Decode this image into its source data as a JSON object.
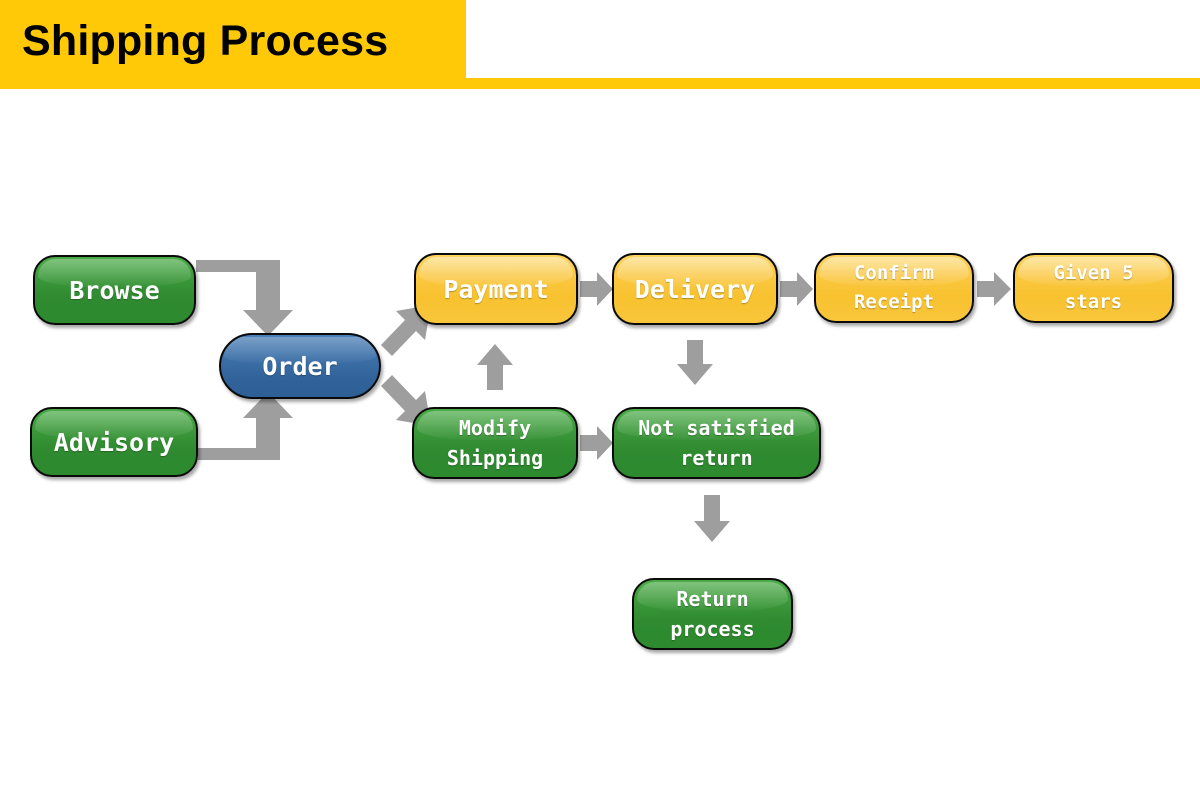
{
  "header": {
    "title": "Shipping Process",
    "block_color": "#ffc907",
    "bar_color": "#ffc907"
  },
  "palette": {
    "green": "#2f8a30",
    "blue": "#3a6ca5",
    "gold": "#f9c63c",
    "arrow": "#9e9e9e",
    "node_border": "#0a0a0a",
    "node_text": "#ffffff",
    "background": "#ffffff"
  },
  "diagram": {
    "type": "flowchart",
    "nodes": [
      {
        "id": "browse",
        "label": "Browse",
        "color": "green",
        "shape": "rounded-rect"
      },
      {
        "id": "advisory",
        "label": "Advisory",
        "color": "green",
        "shape": "rounded-rect"
      },
      {
        "id": "order",
        "label": "Order",
        "color": "blue",
        "shape": "pill"
      },
      {
        "id": "payment",
        "label": "Payment",
        "color": "gold",
        "shape": "rounded-rect"
      },
      {
        "id": "delivery",
        "label": "Delivery",
        "color": "gold",
        "shape": "rounded-rect"
      },
      {
        "id": "confirm",
        "label": "Confirm\nReceipt",
        "color": "gold",
        "shape": "rounded-rect"
      },
      {
        "id": "stars",
        "label": "Given 5\nstars",
        "color": "gold",
        "shape": "rounded-rect"
      },
      {
        "id": "modify",
        "label": "Modify\nShipping",
        "color": "green",
        "shape": "rounded-rect"
      },
      {
        "id": "notsat",
        "label": "Not satisfied\nreturn",
        "color": "green",
        "shape": "rounded-rect"
      },
      {
        "id": "returnp",
        "label": "Return\nprocess",
        "color": "green",
        "shape": "rounded-rect"
      }
    ],
    "edges": [
      {
        "from": "browse",
        "to": "order",
        "style": "elbow-right-down"
      },
      {
        "from": "advisory",
        "to": "order",
        "style": "elbow-right-up"
      },
      {
        "from": "order",
        "to": "payment",
        "style": "diagonal-up-right"
      },
      {
        "from": "order",
        "to": "modify",
        "style": "diagonal-down-right"
      },
      {
        "from": "payment",
        "to": "delivery",
        "style": "straight-right"
      },
      {
        "from": "delivery",
        "to": "confirm",
        "style": "straight-right"
      },
      {
        "from": "confirm",
        "to": "stars",
        "style": "straight-right"
      },
      {
        "from": "modify",
        "to": "payment",
        "style": "straight-up"
      },
      {
        "from": "modify",
        "to": "notsat",
        "style": "straight-right"
      },
      {
        "from": "delivery",
        "to": "notsat",
        "style": "straight-down"
      },
      {
        "from": "notsat",
        "to": "returnp",
        "style": "straight-down"
      }
    ]
  }
}
